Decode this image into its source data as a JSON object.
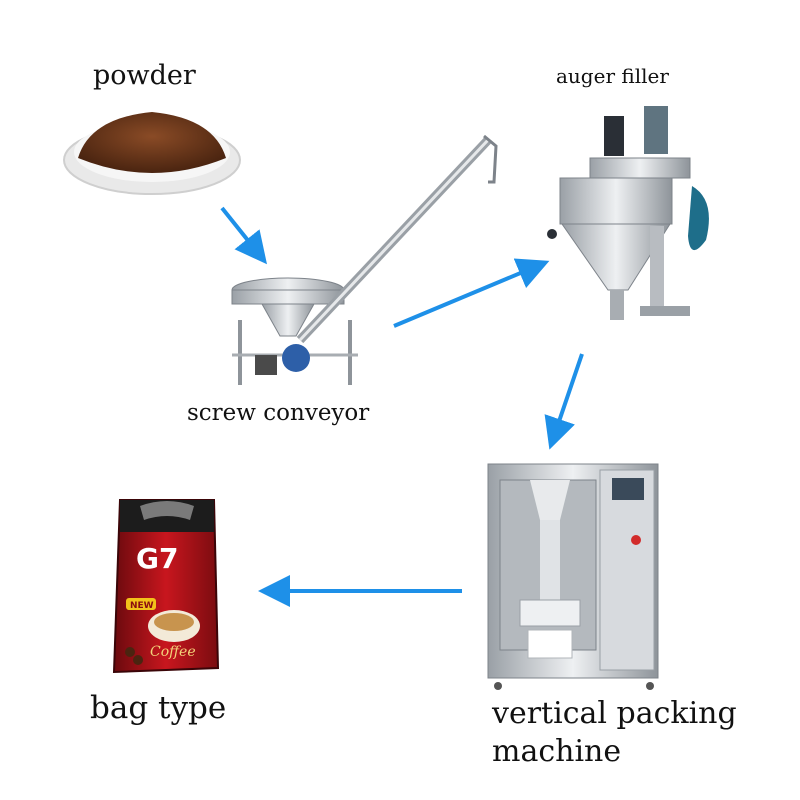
{
  "labels": {
    "powder": "powder",
    "auger_filler": "auger filler",
    "screw_conveyor": "screw conveyor",
    "vertical_packing_machine": "vertical packing machine",
    "bag_type": "bag type"
  },
  "package": {
    "brand": "G7",
    "product": "Coffee",
    "badge": "NEW"
  },
  "colors": {
    "arrow": "#1e90e8",
    "steel": "#c9cdd2",
    "motor_blue": "#2d5fa8",
    "bag_red": "#b8141c",
    "powder_brown": "#6b3a1f"
  }
}
